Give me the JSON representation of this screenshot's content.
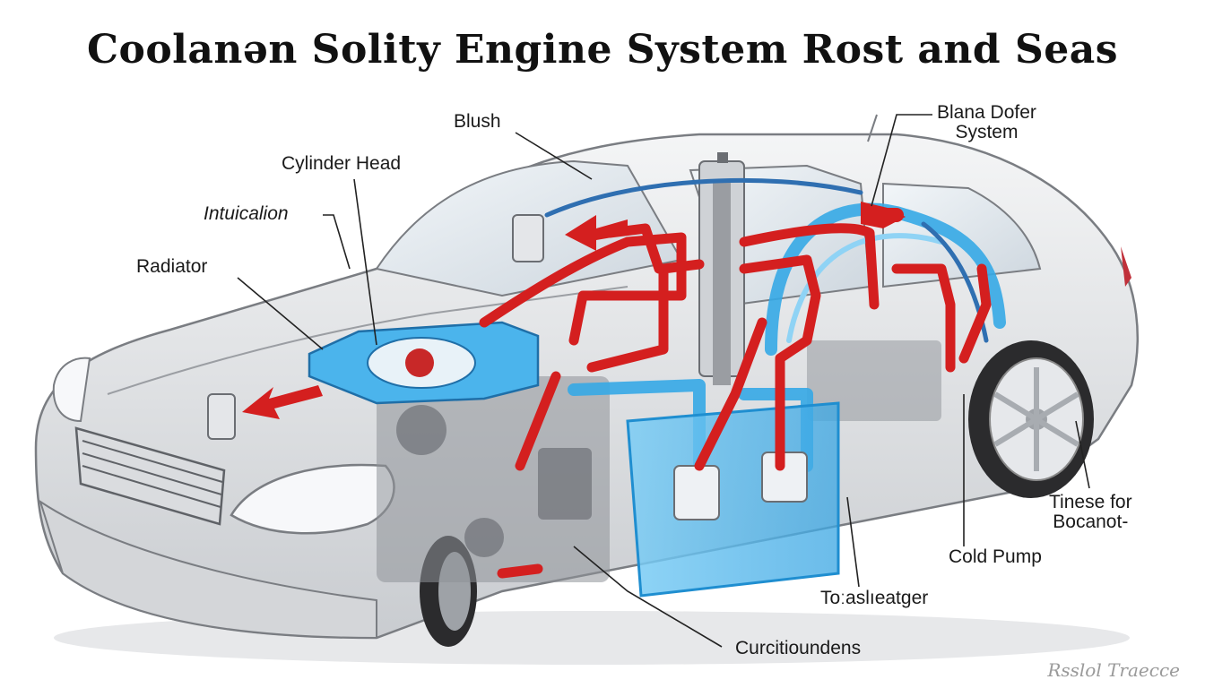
{
  "title": "Coolanən Solity Engine System Rost and Seas",
  "labels": {
    "blush": "Blush",
    "blana_dofer": "Blana Dofer",
    "system": "System",
    "cylinder_head": "Cylinder Head",
    "intuicalion": "Intuicalion",
    "radiator": "Radiator",
    "tinese_for": "Tinese for",
    "bocanot": "Bocanot-",
    "cold_pump": "Cold Pump",
    "toashetger": "Toːaslıeatger",
    "curcitioundens": "Curcitioundens"
  },
  "watermark": "Rsslol Traecce",
  "colors": {
    "hot_coolant": "#d41f1f",
    "cold_coolant": "#35a8e6",
    "car_body": "#e9eaec",
    "outline": "#7a7d82"
  }
}
